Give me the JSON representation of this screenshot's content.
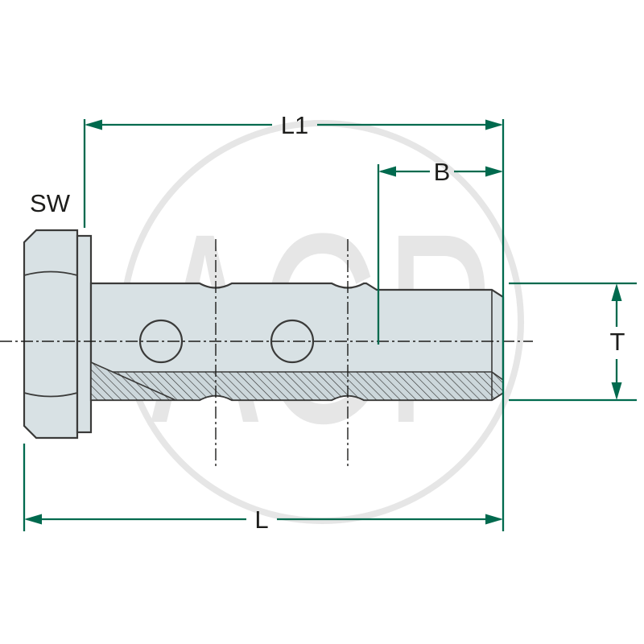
{
  "watermark": {
    "text": "AGP"
  },
  "labels": {
    "wrench_size": "SW",
    "shank_length": "L1",
    "thread_length": "B",
    "thread_diameter": "T",
    "total_length": "L"
  },
  "colors": {
    "background": "#ffffff",
    "dimension_line": "#006a4e",
    "label_text": "#1d1d1b",
    "part_outline": "#3a3a39",
    "part_fill": "#d8e1e4",
    "section_fill": "#ccd7db",
    "watermark": "#e6e6e6"
  }
}
